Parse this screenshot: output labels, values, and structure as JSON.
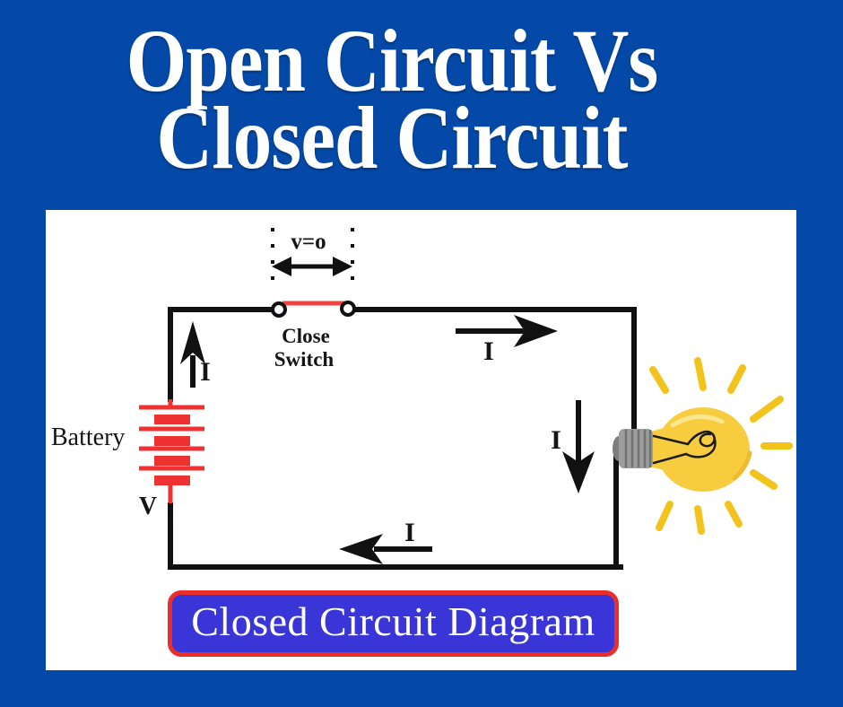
{
  "title": {
    "line1": "Open Circuit Vs",
    "line2": "Closed Circuit"
  },
  "diagram": {
    "switch": {
      "voltage_label": "v=o",
      "label_line1": "Close",
      "label_line2": "Switch"
    },
    "battery": {
      "label": "Battery",
      "terminal_label": "V"
    },
    "currents": {
      "left": "I",
      "top": "I",
      "right": "I",
      "bottom": "I"
    },
    "bulb": {
      "icon": "glowing-light-bulb"
    }
  },
  "caption": "Closed Circuit Diagram",
  "colors": {
    "background": "#0449a8",
    "panel": "#ffffff",
    "wire": "#111111",
    "battery_red": "#ee3131",
    "switch_blade_red": "#f04343",
    "badge_background": "#3a35d6",
    "badge_border": "#ea2f2b",
    "bulb_yellow": "#f7cc3e",
    "ray_yellow": "#f2c31c",
    "bulb_base_gray": "#9d9d9d"
  }
}
